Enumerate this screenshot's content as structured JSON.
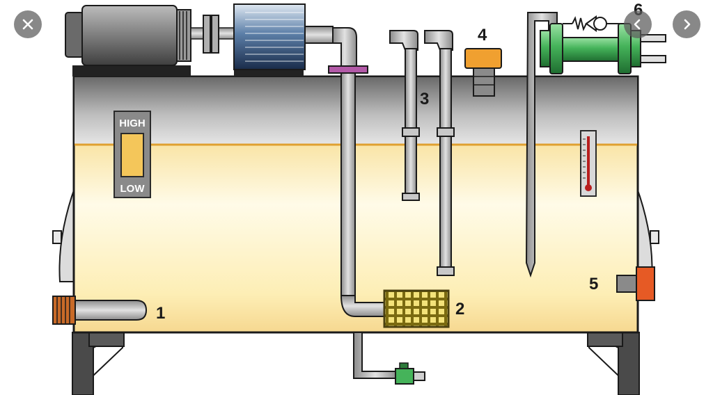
{
  "gauge": {
    "high": "HIGH",
    "low": "LOW"
  },
  "labels": {
    "heater": "1",
    "strainer": "2",
    "return_lines": "3",
    "filler_cap": "4",
    "drain_plug": "5",
    "filter": "6"
  },
  "controls": {
    "close_icon": "close-icon",
    "prev_icon": "chevron-left-icon",
    "next_icon": "chevron-right-icon"
  },
  "colors": {
    "fluid_top": "#f2be52",
    "fluid_bottom": "#fffbe6",
    "tank_top": "#6f6f6f",
    "pump_blue": "#3d5f8a",
    "filter_green": "#45b35a",
    "filler_orange": "#f0a030",
    "drain_orange": "#e65a25",
    "mount_pink": "#b35aa8"
  }
}
